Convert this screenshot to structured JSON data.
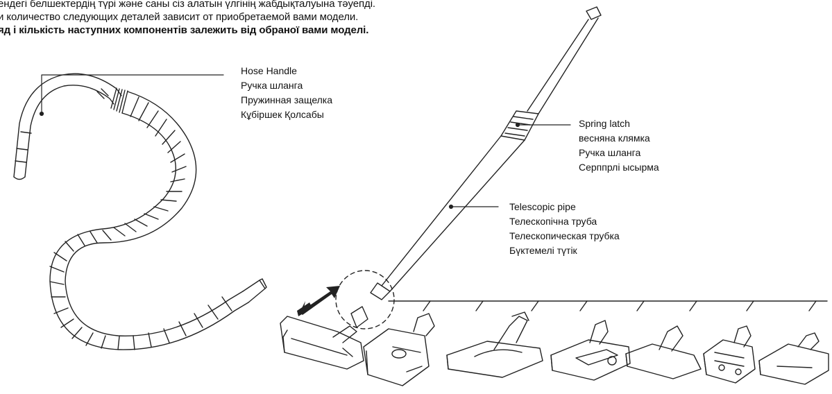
{
  "header": {
    "lines": [
      "ендегі белшектердің түрі және саны сіз алатын үлгінің жабдықталуына тәуепді.",
      "и количество следующих деталей зависит от приобретаемой вами модели.",
      "яд і кількість наступних компонентів залежить від обраної вами моделі."
    ]
  },
  "callouts": {
    "hose_handle": [
      "Hose Handle",
      "Ручка шланга",
      "Пружинная защелка",
      "Кұбіршек  Қолсабы"
    ],
    "spring_latch": [
      "Spring latch",
      "весняна клямка",
      "Ручка шланга",
      "Серппрлі  ысырма"
    ],
    "telescopic_pipe": [
      "Telescopic pipe",
      "Телескопічна труба",
      "Телескопическая трубка",
      "Бүктемелі  түтік"
    ]
  }
}
